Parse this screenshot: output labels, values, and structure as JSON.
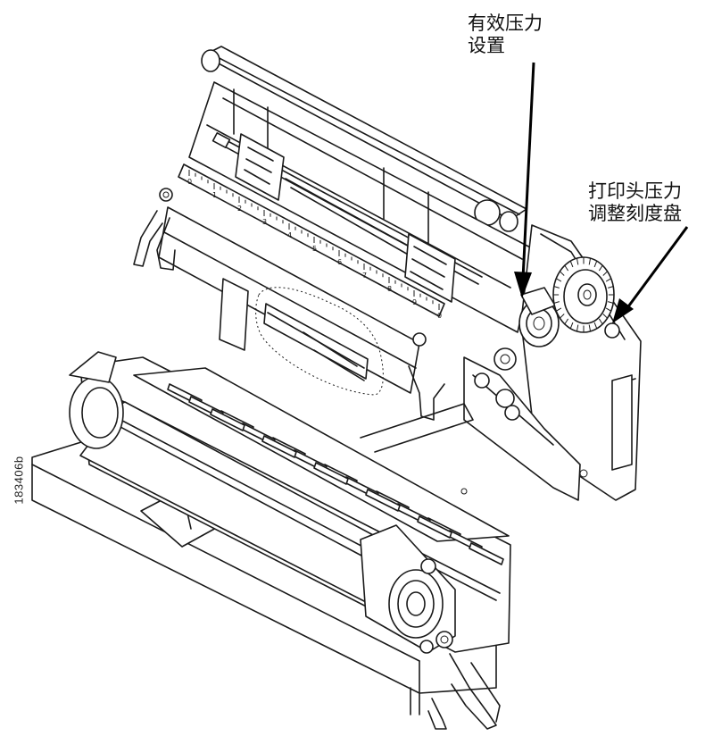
{
  "callouts": [
    {
      "id": "effective-pressure",
      "lines": "有效压力\n设置"
    },
    {
      "id": "printhead-pressure-dial",
      "lines": "打印头压力\n调整刻度盘"
    }
  ],
  "figure_id": "183406b",
  "scale_numbers": [
    "0",
    "1",
    "2",
    "3",
    "4",
    "5",
    "6",
    "7",
    "8",
    "9",
    "0"
  ]
}
